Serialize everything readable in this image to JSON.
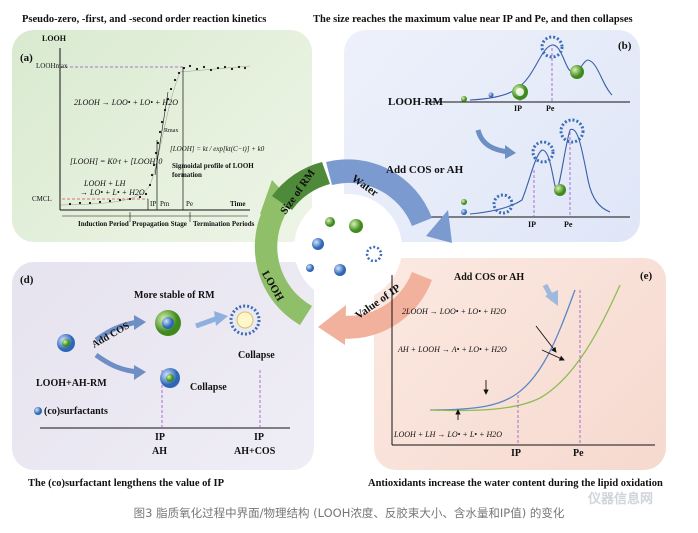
{
  "headers": {
    "top_left": "Pseudo-zero, -first, and -second order reaction kinetics",
    "top_right": "The size reaches the maximum value near IP and Pe, and then collapses",
    "bottom_left": "The (co)surfactant lengthens the value of IP",
    "bottom_right": "Antioxidants increase the water content during the lipid oxidation"
  },
  "panel_a": {
    "label": "(a)",
    "y_axis": "LOOH",
    "y_max": "LOOHmax",
    "cmc": "CMCL",
    "eq1": "2LOOH → LOO• + LO• + H2O",
    "eq2": "[LOOH] = K0·t + [LOOH]0",
    "eq3a": "LOOH + LH",
    "eq3b": "→ LO• + L• + H2O",
    "eq4": "[LOOH] = kt / exp[kt(C−t)] + k0",
    "sig1": "Sigmoidal profile of LOOH",
    "sig2": "formation",
    "rmax": "Rmax",
    "ip": "IP",
    "pm": "Pm",
    "pe": "Pe",
    "time": "Time",
    "stage1": "Induction Period",
    "stage2": "Propagation Stage",
    "stage3": "Termination Periods"
  },
  "panel_b": {
    "label": "(b)",
    "rm": "LOOH-RM",
    "add": "Add COS or AH",
    "ip": "IP",
    "pe": "Pe"
  },
  "cycle": {
    "size": "Size of RM",
    "water": "Water",
    "ip": "Value of IP",
    "looh": "LOOH"
  },
  "panel_d": {
    "label": "(d)",
    "stable": "More stable of RM",
    "add": "Add COS",
    "collapse1": "Collapse",
    "collapse2": "Collapse",
    "rm": "LOOH+AH-RM",
    "cos": "(co)surfactants",
    "ip1": "IP",
    "ah1": "AH",
    "ip2": "IP",
    "ah2": "AH+COS"
  },
  "panel_e": {
    "label": "(e)",
    "add": "Add COS or AH",
    "eq1": "2LOOH → LOO• + LO• + H2O",
    "eq2": "AH + LOOH → A• + LO• + H2O",
    "eq3": "LOOH + LH → LO• + L• + H2O",
    "ip": "IP",
    "pe": "Pe"
  },
  "caption": "图3 脂质氧化过程中界面/物理结构 (LOOH浓度、反胶束大小、含水量和IP值) 的变化",
  "watermark": "仪器信息网",
  "colors": {
    "panel_a": "#e3efd7",
    "panel_b": "#e4e9f7",
    "panel_d": "#e8e5f1",
    "panel_e": "#f9e3da",
    "arrow_blue": "#6d8fc4",
    "arrow_green": "#7fae5a",
    "arrow_pink": "#f0a58e",
    "curve_blue": "#5a86c7",
    "curve_green": "#8cbd52",
    "dashed": "#9b4fc8"
  }
}
